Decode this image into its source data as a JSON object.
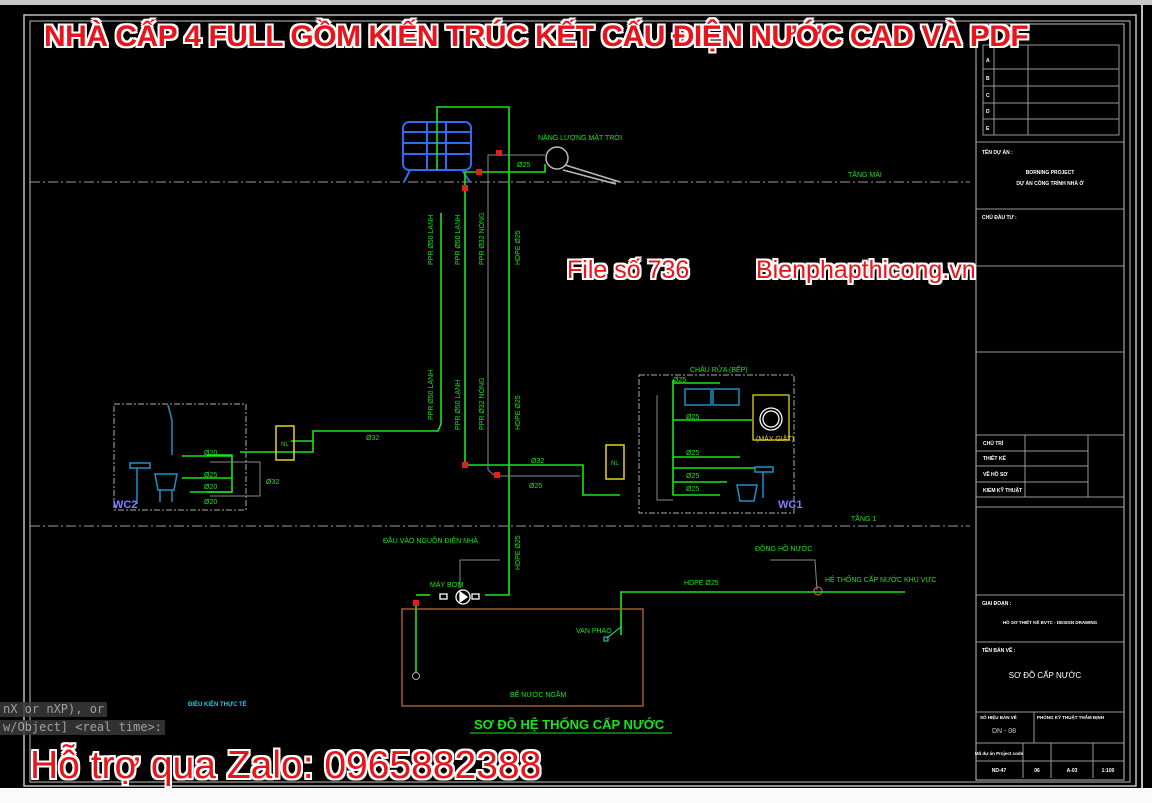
{
  "watermarks": {
    "title": "NHÀ CẤP 4 FULL GỒM KIẾN TRÚC KẾT CẤU ĐIỆN NƯỚC CAD VÀ PDF",
    "file_no": "File số 736",
    "site": "Bienphapthicong.vn",
    "support": "Hỗ trợ qua Zalo: 0965882388"
  },
  "command_line": {
    "line1": "nX or nXP), or",
    "line2": "w/Object] <real time>:"
  },
  "drawing": {
    "title": "SƠ ĐỒ HỆ THỐNG CẤP NƯỚC",
    "levels": {
      "roof": "TẦNG MÁI",
      "floor1": "TẦNG 1"
    },
    "solar": "NĂNG LƯỢNG MẶT TRỜI",
    "pipe_d25": "Ø25",
    "pipe_d32": "Ø32",
    "pipe_d20": "Ø20",
    "riser_labels": [
      "PPR Ø50 LẠNH",
      "PPR Ø50 LẠNH",
      "PPR Ø32 NÓNG",
      "HDPE Ø25"
    ],
    "riser_labels_lower": [
      "PPR Ø50 LẠNH",
      "PPR Ø50 LẠNH",
      "PPR Ø32 NÓNG",
      "HDPE Ø25"
    ],
    "heater": "NL",
    "wc1": "WC1",
    "wc2": "WC2",
    "sink": "CHẬU RỬA (BẾP)",
    "washer": "(MÁY GIẶT)",
    "power_in": "ĐẦU VÀO NGUỒN ĐIỆN NHÀ",
    "pump": "MÁY BƠM",
    "meter": "ĐỒNG HỒ NƯỚC",
    "supply": "HỆ THỐNG CẤP NƯỚC KHU VỰC",
    "main_pipe": "HDPE Ø25",
    "float_valve": "VAN PHAO",
    "tank": "BỂ NƯỚC NGẦM",
    "note": "ĐIỀU KIỆN THỰC TẾ"
  },
  "title_block": {
    "revisions": [
      "A",
      "B",
      "C",
      "D",
      "E"
    ],
    "project_label": "TÊN DỰ ÁN :",
    "project_name_1": "BORNING PROJECT",
    "project_name_2": "DỰ ÁN CÔNG TRÌNH NHÀ Ở",
    "owner_label": "CHỦ ĐẦU TƯ :",
    "roles": [
      "CHỦ TRÌ",
      "THIẾT KẾ",
      "VẼ HỒ SƠ",
      "KIỂM KỸ THUẬT"
    ],
    "stage_label": "GIAI ĐOẠN :",
    "stage": "HỒ SƠ THIẾT KẾ BVTC - DESIGN DRAWING",
    "sheet_title_label": "TÊN BẢN VẼ :",
    "sheet_title": "SƠ ĐỒ CẤP NƯỚC",
    "sheet_no_label": "SỐ HIỆU BẢN VẼ",
    "sheet_no": "DN - 08",
    "approval_label": "PHÒNG KỸ THUẬT THẨM ĐỊNH",
    "code_label": "Mã dự án Project code",
    "code": "ND-47",
    "c2": "06",
    "c3": "A-03",
    "scale": "1:100"
  },
  "colors": {
    "pipe": "#19e619",
    "text": "#19e619",
    "frame": "#bfbfbf",
    "valve": "#e02020",
    "fixture": "#1e90c8",
    "tank": "#b86a3c",
    "heater": "#e6d21e",
    "watermark": "#e8141c"
  }
}
